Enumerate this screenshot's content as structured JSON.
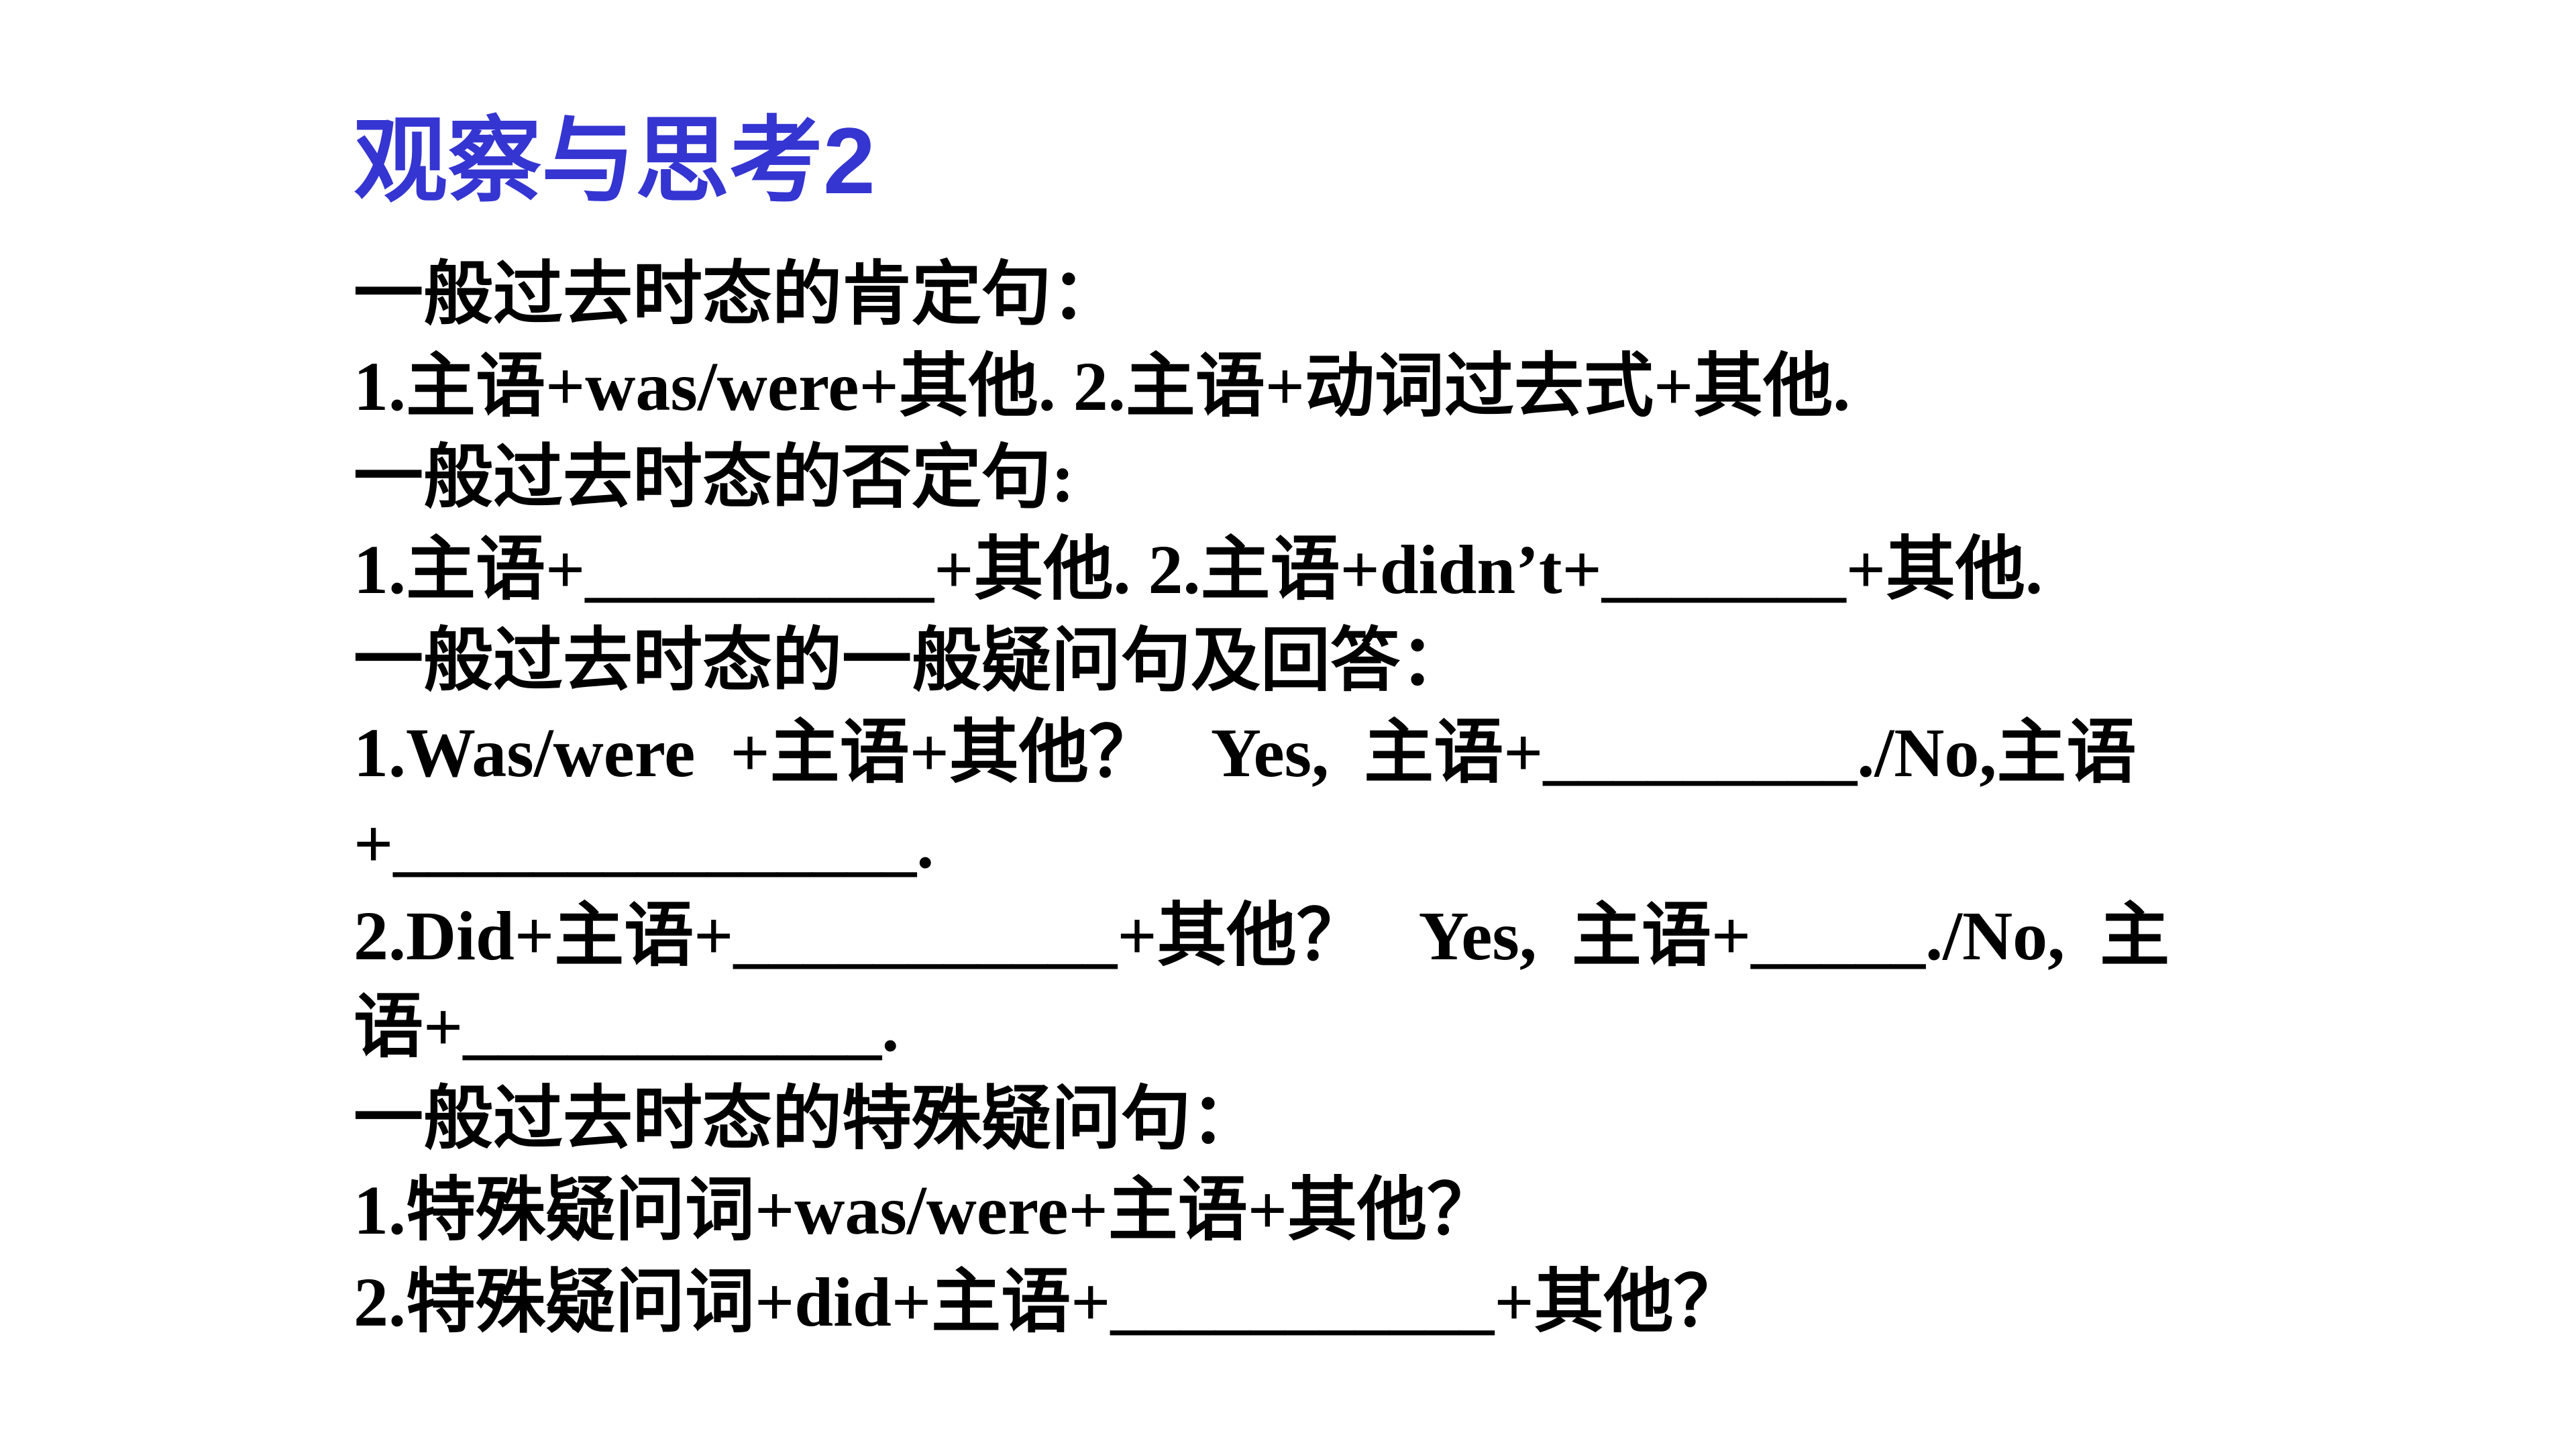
{
  "slide": {
    "title": "观察与思考2",
    "title_color": "#3535D2",
    "text_color": "#000000",
    "background": "#FFFFFF",
    "lines": [
      "一般过去时态的肯定句：",
      "1.主语+was/were+其他. 2.主语+动词过去式+其他.",
      "一般过去时态的否定句:",
      "1.主语+__________+其他. 2.主语+didn’t+_______+其他.",
      "一般过去时态的一般疑问句及回答：",
      "1.Was/were  +主语+其他？   Yes,  主语+_________./No,主语",
      "+_______________.",
      "2.Did+主语+___________+其他？   Yes,  主语+_____./No,  主",
      "语+____________.",
      "一般过去时态的特殊疑问句：",
      "1.特殊疑问词+was/were+主语+其他？",
      "2.特殊疑问词+did+主语+___________+其他？"
    ]
  }
}
